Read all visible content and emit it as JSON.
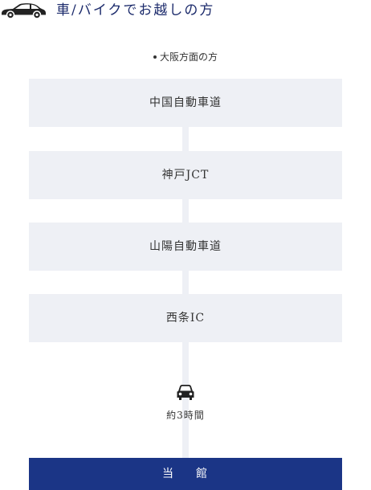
{
  "header": {
    "icon": "car-side-icon",
    "title": "車/バイクでお越しの方"
  },
  "direction": {
    "label": "大阪方面の方"
  },
  "route": [
    {
      "label": "中国自動車道"
    },
    {
      "label": "神戸JCT"
    },
    {
      "label": "山陽自動車道"
    },
    {
      "label": "西条IC"
    }
  ],
  "travel": {
    "icon": "car-front-icon",
    "time": "約3時間"
  },
  "destination": {
    "char1": "当",
    "char2": "館"
  },
  "colors": {
    "accent": "#1b3586",
    "box_bg": "#eef0f5",
    "title": "#1b2a6b"
  }
}
